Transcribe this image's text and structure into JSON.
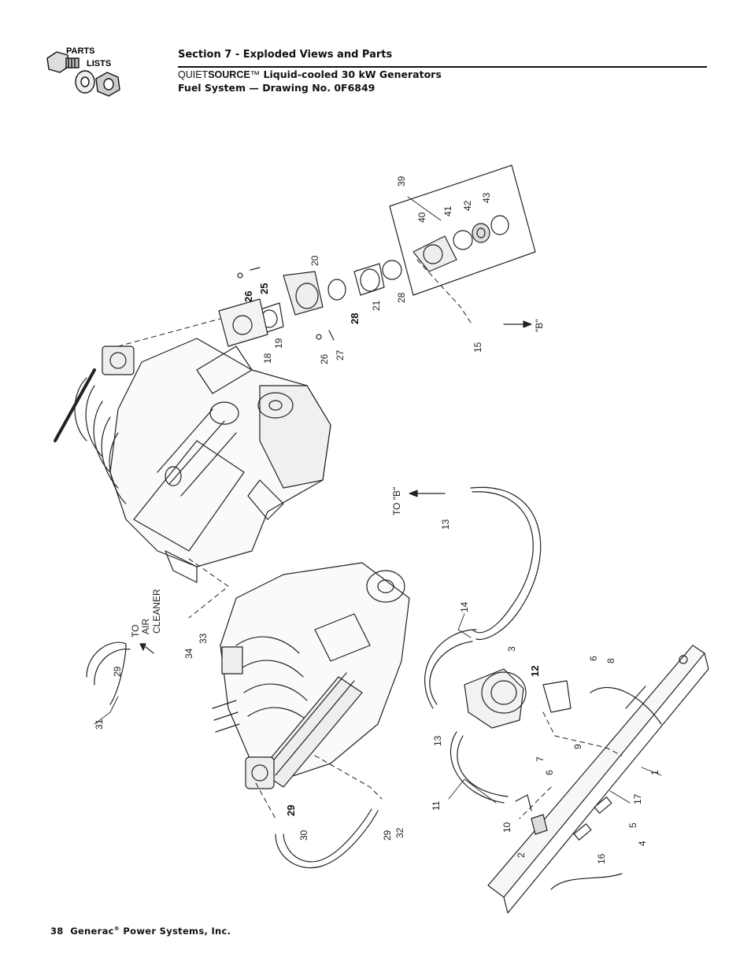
{
  "header": {
    "section": "Section 7 - Exploded Views and Parts",
    "brand_prefix": "QUIET",
    "brand_suffix": "SOURCE",
    "trademark": "™",
    "product": " Liquid-cooled 30 kW Generators",
    "drawing": "Fuel System — Drawing No. 0F6849"
  },
  "logo": {
    "line1": "PARTS",
    "line2": "LISTS",
    "icon": "nut-bolt-washer-icon"
  },
  "notes": {
    "to_b": "TO \"B\"",
    "b": "\"B\"",
    "to": "TO",
    "air": "AIR",
    "cleaner": "CLEANER"
  },
  "callouts": {
    "c1": "1",
    "c2": "2",
    "c3": "3",
    "c4": "4",
    "c5": "5",
    "c6a": "6",
    "c6b": "6",
    "c7": "7",
    "c8": "8",
    "c9": "9",
    "c10": "10",
    "c11": "11",
    "c12": "12",
    "c13a": "13",
    "c13b": "13",
    "c14": "14",
    "c15": "15",
    "c16": "16",
    "c17": "17",
    "c18": "18",
    "c19": "19",
    "c20": "20",
    "c21": "21",
    "c25": "25",
    "c26a": "26",
    "c26b": "26",
    "c27": "27",
    "c28a": "28",
    "c28b": "28",
    "c29a": "29",
    "c29b": "29",
    "c29c": "29",
    "c30": "30",
    "c31": "31",
    "c32": "32",
    "c33": "33",
    "c34": "34",
    "c39": "39",
    "c40": "40",
    "c41": "41",
    "c42": "42",
    "c43": "43"
  },
  "footer": {
    "page": "38",
    "company": "Generac",
    "reg": "®",
    "rest": " Power Systems, Inc."
  }
}
